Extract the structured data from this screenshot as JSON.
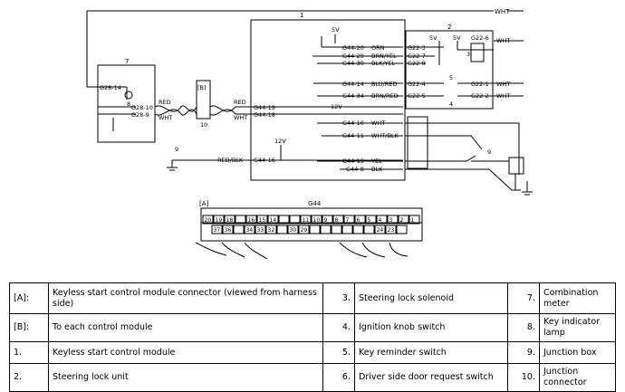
{
  "diagram": {
    "top_wire": "WHT",
    "module1": {
      "num": "1",
      "v5": "5V",
      "v12a": "12V",
      "v12b": "12V",
      "pins": [
        "G44-20",
        "G44-29",
        "G44-30",
        "G44-14",
        "G44-34",
        "G44-19",
        "G44-18",
        "G44-10",
        "G44-11",
        "G44-16",
        "G44-15",
        "G44-8"
      ],
      "wires": [
        "ORN",
        "BRN/YEL",
        "BLK/YEL",
        "BLU/RED",
        "BRN/RED",
        "RED",
        "WHT",
        "WHT",
        "WHT/BLK",
        "RED/BLK",
        "YEL",
        "BLK"
      ]
    },
    "unit2": {
      "num": "2",
      "v5": "5V",
      "v5b": "5V",
      "pins": [
        "G22-3",
        "G22-7",
        "G22-8",
        "G22-4",
        "G22-5",
        "G22-6",
        "G22-1",
        "G22-2"
      ],
      "labels": [
        "3",
        "4",
        "5"
      ],
      "wires_out": [
        "WHT",
        "WHT",
        "WHT"
      ]
    },
    "meter7": {
      "num": "7",
      "pins": [
        "G28-14",
        "G28-10",
        "G28-9"
      ],
      "wires": [
        "RED",
        "WHT"
      ],
      "lamp": "8"
    },
    "to_modules": {
      "tag": "[B]",
      "num": "10"
    },
    "junction9": {
      "num": "9",
      "num2": "9"
    },
    "connector": {
      "tag": "[A]",
      "name": "G44",
      "top_row": [
        "20",
        "19",
        "18",
        "",
        "16",
        "15",
        "14",
        "",
        "",
        "11",
        "10",
        "9",
        "8",
        "7",
        "6",
        "5",
        "4",
        "3",
        "2",
        "1"
      ],
      "bottom_row": [
        "37",
        "36",
        "",
        "34",
        "33",
        "32",
        "",
        "30",
        "29",
        "",
        "",
        "",
        "",
        "",
        "",
        "24",
        "23",
        ""
      ]
    }
  },
  "legend": [
    [
      "[A]:",
      "Keyless start control module connector (viewed from harness side)",
      "3.",
      "Steering lock solenoid",
      "7.",
      "Combination meter"
    ],
    [
      "[B]:",
      "To each control module",
      "4.",
      "Ignition knob switch",
      "8.",
      "Key indicator lamp"
    ],
    [
      "1.",
      "Keyless start control module",
      "5.",
      "Key reminder switch",
      "9.",
      "Junction box"
    ],
    [
      "2.",
      "Steering lock unit",
      "6.",
      "Driver side door request switch",
      "10.",
      "Junction connector"
    ]
  ]
}
